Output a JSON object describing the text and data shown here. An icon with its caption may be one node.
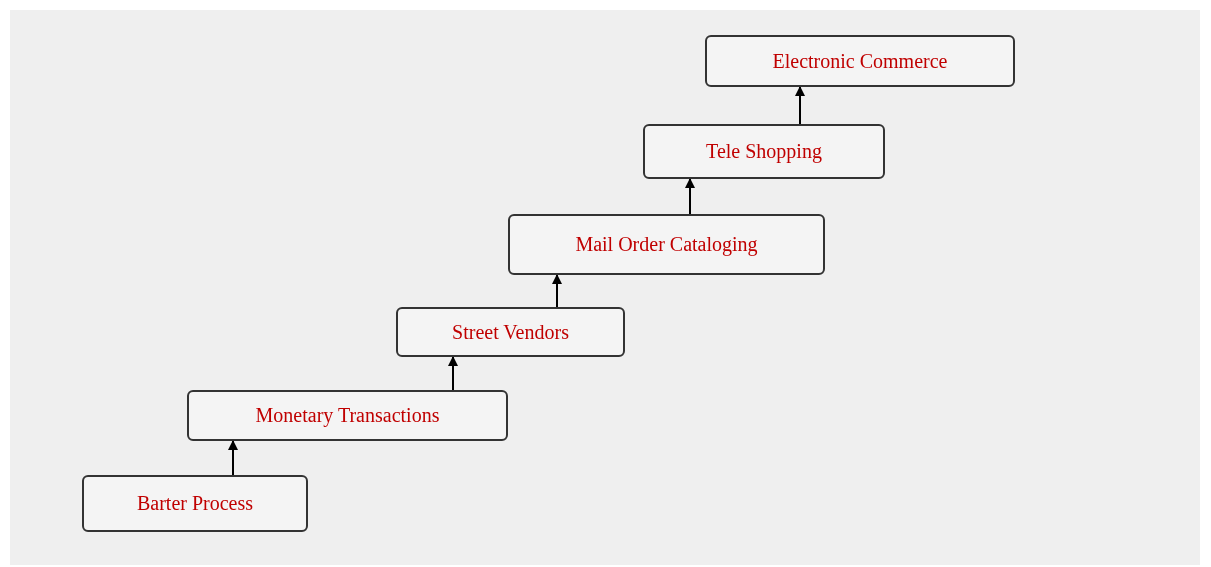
{
  "diagram": {
    "nodes": [
      {
        "text": [
          "Barter Process"
        ]
      },
      {
        "text": [
          "Monetary Transactions"
        ]
      },
      {
        "text": [
          "Street Vendors"
        ]
      },
      {
        "text": [
          "Mail Order Cataloging"
        ]
      },
      {
        "text": [
          "Tele Shopping"
        ]
      },
      {
        "text": [
          "Electronic Commerce"
        ]
      }
    ],
    "edges": [
      {
        "from": 0,
        "to": 1,
        "arrow": "to"
      },
      {
        "from": 1,
        "to": 2,
        "arrow": "to"
      },
      {
        "from": 2,
        "to": 3,
        "arrow": "to"
      },
      {
        "from": 3,
        "to": 4,
        "arrow": "to"
      },
      {
        "from": 4,
        "to": 5,
        "arrow": "to"
      }
    ]
  }
}
